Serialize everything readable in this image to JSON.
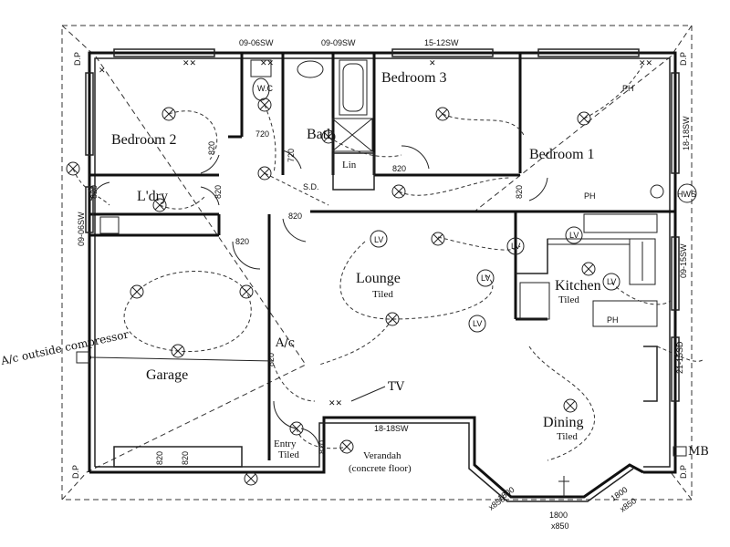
{
  "rooms": {
    "bedroom2": "Bedroom 2",
    "bedroom3": "Bedroom 3",
    "bedroom1": "Bedroom 1",
    "bath": "Bath",
    "wc": "W.C",
    "laundry": "L'dry",
    "lin": "Lin",
    "lounge": "Lounge",
    "lounge_floor": "Tiled",
    "kitchen": "Kitchen",
    "kitchen_floor": "Tiled",
    "garage": "Garage",
    "dining": "Dining",
    "dining_floor": "Tiled",
    "entry": "Entry",
    "entry_floor": "Tiled",
    "verandah": "Verandah",
    "verandah_floor": "(concrete floor)"
  },
  "windows": {
    "w1": "09-06SW",
    "w2": "09-09SW",
    "w3": "15-12SW",
    "w4": "18-18SW",
    "w5": "09-06SW",
    "w6": "09-15SW",
    "w7": "21-15SD",
    "w8": "18-18SW"
  },
  "doors": {
    "d720a": "720",
    "d720b": "720",
    "d820a": "820",
    "d820b": "820",
    "d820c": "820",
    "d820d": "820",
    "d820e": "820",
    "d820f": "820",
    "d820g": "820",
    "d820h": "820",
    "d820i": "820",
    "d820j": "820",
    "d820k": "820"
  },
  "bay": {
    "b1": "1800",
    "b1s": "x850",
    "b2": "1800",
    "b2s": "x850",
    "b3": "1800",
    "b3s": "x850"
  },
  "fixtures": {
    "sd": "S.D.",
    "hws": "HWS",
    "ph1": "PH",
    "ph2": "PH",
    "ph3": "PH",
    "tv": "TV",
    "ac": "A/c",
    "mb": "MB",
    "lv1": "LV",
    "lv2": "LV",
    "lv3": "LV",
    "lv4": "LV",
    "lv5": "LV",
    "lv6": "LV",
    "dp1": "D.P",
    "dp2": "D.P",
    "dp3": "D.P",
    "dp4": "D.P",
    "outside": "A/c outside compressor"
  }
}
